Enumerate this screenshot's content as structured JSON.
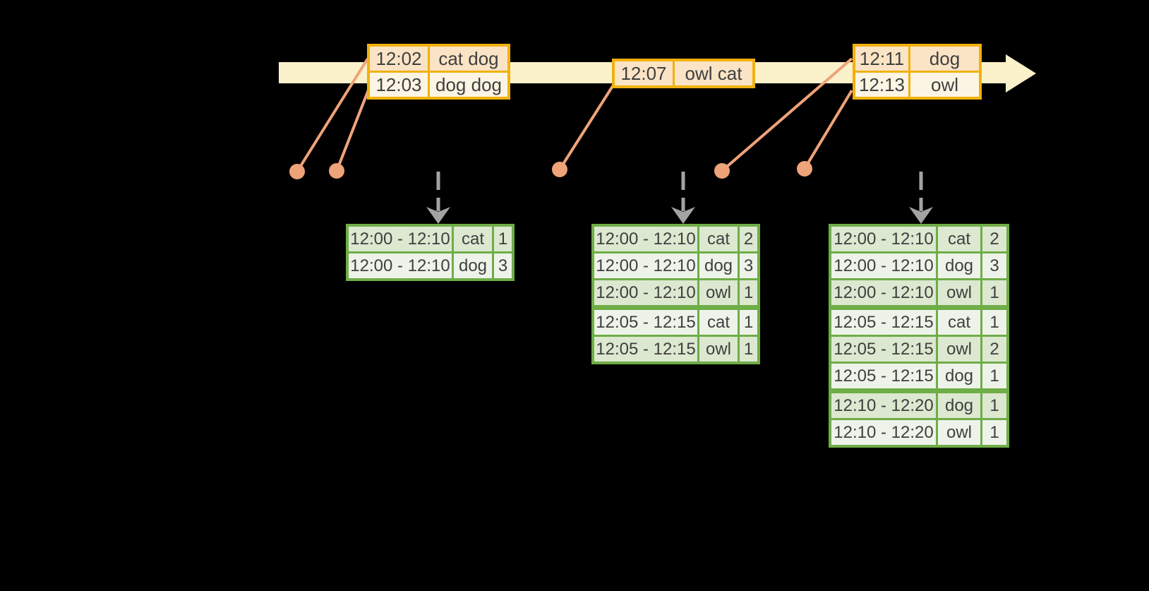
{
  "palette": {
    "background": "#000000",
    "timeline_fill": "#FBF1CB",
    "event_border": "#F1B10E",
    "event_row_dark": "#FAE4C5",
    "event_row_light": "#FDF5E4",
    "dot_color": "#EFA379",
    "flow_arrow_color": "#A3A3A3",
    "result_border": "#6FAD47",
    "result_row_dark": "#DCE8D0",
    "result_row_light": "#EEF3EA",
    "text_color": "#3F3F3F"
  },
  "event_tables": [
    {
      "rows": [
        {
          "time": "12:02",
          "words": "cat dog"
        },
        {
          "time": "12:03",
          "words": "dog dog"
        }
      ]
    },
    {
      "rows": [
        {
          "time": "12:07",
          "words": "owl cat"
        }
      ]
    },
    {
      "rows": [
        {
          "time": "12:11",
          "words": "dog"
        },
        {
          "time": "12:13",
          "words": "owl"
        }
      ]
    }
  ],
  "result_tables": [
    {
      "rows": [
        {
          "window": "12:00 - 12:10",
          "word": "cat",
          "count": "1"
        },
        {
          "window": "12:00 - 12:10",
          "word": "dog",
          "count": "3"
        }
      ]
    },
    {
      "rows": [
        {
          "window": "12:00 - 12:10",
          "word": "cat",
          "count": "2"
        },
        {
          "window": "12:00 - 12:10",
          "word": "dog",
          "count": "3"
        },
        {
          "window": "12:00 - 12:10",
          "word": "owl",
          "count": "1"
        },
        {
          "window": "12:05 - 12:15",
          "word": "cat",
          "count": "1"
        },
        {
          "window": "12:05 - 12:15",
          "word": "owl",
          "count": "1"
        }
      ]
    },
    {
      "rows": [
        {
          "window": "12:00 - 12:10",
          "word": "cat",
          "count": "2"
        },
        {
          "window": "12:00 - 12:10",
          "word": "dog",
          "count": "3"
        },
        {
          "window": "12:00 - 12:10",
          "word": "owl",
          "count": "1"
        },
        {
          "window": "12:05 - 12:15",
          "word": "cat",
          "count": "1"
        },
        {
          "window": "12:05 - 12:15",
          "word": "owl",
          "count": "2"
        },
        {
          "window": "12:05 - 12:15",
          "word": "dog",
          "count": "1"
        },
        {
          "window": "12:10 - 12:20",
          "word": "dog",
          "count": "1"
        },
        {
          "window": "12:10 - 12:20",
          "word": "owl",
          "count": "1"
        }
      ]
    }
  ]
}
